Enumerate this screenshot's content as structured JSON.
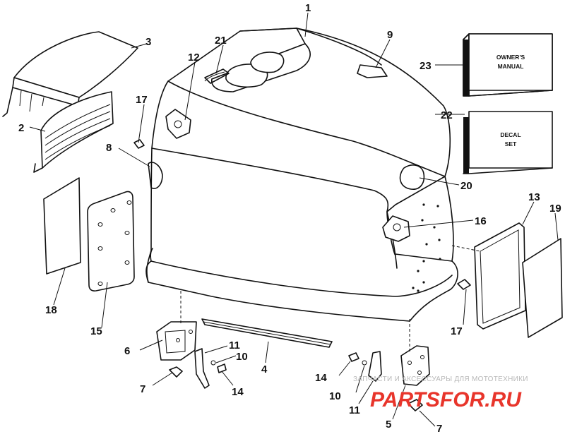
{
  "diagram": {
    "callouts": [
      "1",
      "2",
      "3",
      "4",
      "5",
      "6",
      "7",
      "7",
      "8",
      "9",
      "10",
      "10",
      "11",
      "11",
      "12",
      "13",
      "14",
      "14",
      "15",
      "16",
      "17",
      "17",
      "18",
      "19",
      "20",
      "21",
      "22",
      "23"
    ],
    "boxes": {
      "owners_manual": [
        "OWNER'S",
        "MANUAL"
      ],
      "decal_set": [
        "DECAL",
        "SET"
      ]
    }
  },
  "watermark": {
    "line1": "ЗАПЧАСТИ И АКСЕССУАРЫ ДЛЯ МОТОТЕХНИКИ",
    "brand": "PARTSFOR.RU"
  }
}
